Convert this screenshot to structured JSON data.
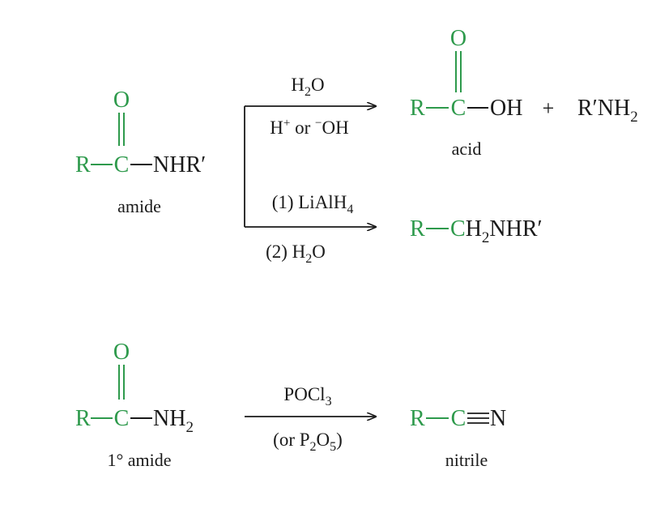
{
  "colors": {
    "green": "#2e9a4c",
    "black": "#1a1a1a"
  },
  "amide_reactant": {
    "O": "O",
    "R": "R",
    "C": "C",
    "substituent": "NHR′",
    "label": "amide"
  },
  "hydrolysis": {
    "above_main": "H",
    "above_sub": "2",
    "above_tail": "O",
    "below_h": "H",
    "below_plus": "+",
    "below_mid": " or ",
    "below_minus": "−",
    "below_oh": "OH"
  },
  "acid_product": {
    "O": "O",
    "R": "R",
    "C": "C",
    "group": "OH",
    "label": "acid"
  },
  "plus_sign": "+",
  "amine_product": {
    "main": "R′NH",
    "sub": "2"
  },
  "reduction": {
    "above_main": "(1) LiAlH",
    "above_sub": "4",
    "below_main": "(2) H",
    "below_sub": "2",
    "below_tail": "O"
  },
  "reduced_product": {
    "R": "R",
    "C": "C",
    "h": "H",
    "sub": "2",
    "tail": "NHR′"
  },
  "primary_amide": {
    "O": "O",
    "R": "R",
    "C": "C",
    "nh": "NH",
    "sub": "2",
    "label": "1° amide"
  },
  "dehydration": {
    "above_main": "POCl",
    "above_sub": "3",
    "below_open": "(or P",
    "below_sub1": "2",
    "below_mid": "O",
    "below_sub2": "5",
    "below_close": ")"
  },
  "nitrile_product": {
    "R": "R",
    "C": "C",
    "N": "N",
    "label": "nitrile"
  }
}
